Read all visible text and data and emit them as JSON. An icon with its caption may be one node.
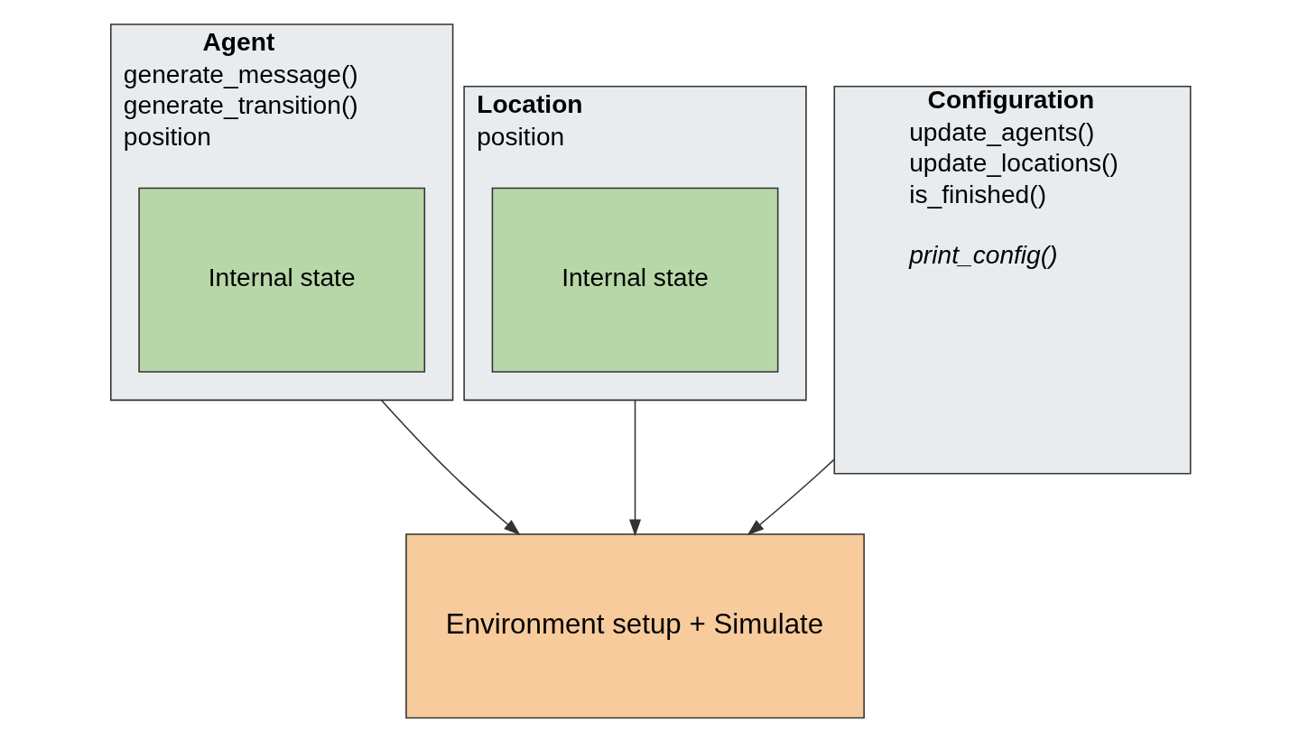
{
  "diagram": {
    "nodes": [
      {
        "text": [
          "Agent",
          "generate_message()",
          "generate_transition()",
          "position"
        ]
      },
      {
        "text": [
          "Internal state"
        ],
        "in": 0
      },
      {
        "text": [
          "Location",
          "position"
        ]
      },
      {
        "text": [
          "Internal state"
        ],
        "in": 2
      },
      {
        "text": [
          "Configuration",
          "update_agents()",
          "update_locations()",
          "is_finished()",
          "print_config()"
        ]
      },
      {
        "text": [
          "Environment setup + Simulate"
        ]
      }
    ],
    "edges": [
      {
        "from": 0,
        "to": 5,
        "arrow": "to"
      },
      {
        "from": 2,
        "to": 5,
        "arrow": "to"
      },
      {
        "from": 4,
        "to": 5,
        "arrow": "to"
      }
    ]
  }
}
